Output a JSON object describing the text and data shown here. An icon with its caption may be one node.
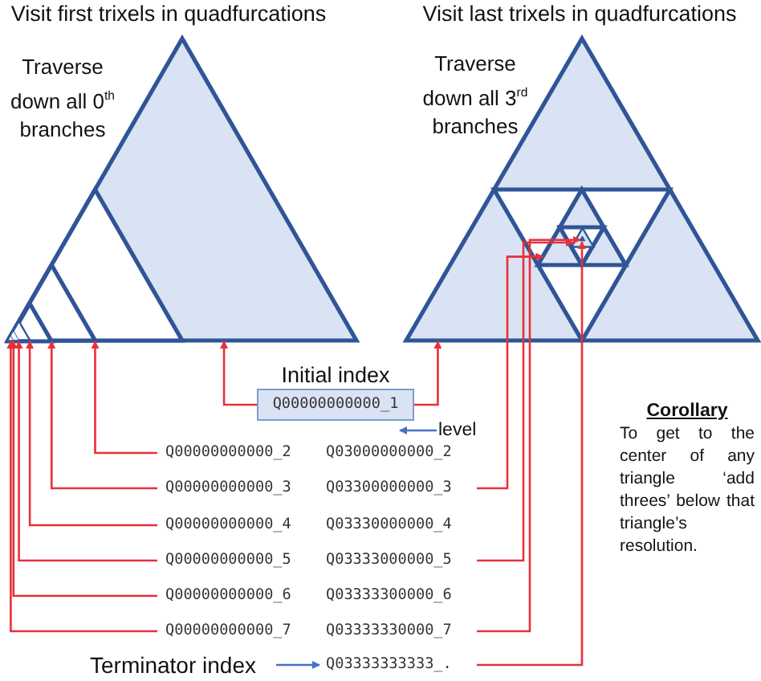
{
  "diagram": {
    "nodes": [
      {
        "text": [
          "Initial index",
          "Q00000000000_1"
        ]
      },
      {
        "text": [
          "Q00000000000_2"
        ]
      },
      {
        "text": [
          "Q00000000000_3"
        ]
      },
      {
        "text": [
          "Q00000000000_4"
        ]
      },
      {
        "text": [
          "Q00000000000_5"
        ]
      },
      {
        "text": [
          "Q00000000000_6"
        ]
      },
      {
        "text": [
          "Q00000000000_7"
        ]
      },
      {
        "text": [
          "Q03000000000_2"
        ]
      },
      {
        "text": [
          "Q03300000000_3"
        ]
      },
      {
        "text": [
          "Q03330000000_4"
        ]
      },
      {
        "text": [
          "Q03333000000_5"
        ]
      },
      {
        "text": [
          "Q03333300000_6"
        ]
      },
      {
        "text": [
          "Q03333330000_7"
        ]
      },
      {
        "text": [
          "Q03333333333_."
        ]
      },
      {
        "text": [
          "Terminator index"
        ]
      },
      {
        "text": [
          "level"
        ]
      },
      {
        "text": [],
        "shape": "triangle"
      },
      {
        "text": [],
        "shape": "triangle",
        "in": 16
      },
      {
        "text": [],
        "shape": "triangle",
        "in": 17
      },
      {
        "text": [],
        "shape": "triangle",
        "in": 18
      },
      {
        "text": [],
        "shape": "triangle",
        "in": 19
      },
      {
        "text": [],
        "shape": "triangle",
        "in": 20
      },
      {
        "text": [],
        "shape": "triangle",
        "in": 21
      },
      {
        "text": [],
        "shape": "triangle"
      },
      {
        "text": [],
        "shape": "triangle",
        "in": 23
      },
      {
        "text": [],
        "shape": "triangle",
        "in": 24
      },
      {
        "text": [],
        "shape": "triangle",
        "in": 25
      }
    ],
    "edges": [
      {
        "from": 0,
        "to": 16,
        "arrow": "to"
      },
      {
        "from": 0,
        "to": 23,
        "arrow": "to"
      },
      {
        "from": 1,
        "to": 17,
        "arrow": "to"
      },
      {
        "from": 2,
        "to": 18,
        "arrow": "to"
      },
      {
        "from": 3,
        "to": 19,
        "arrow": "to"
      },
      {
        "from": 4,
        "to": 20,
        "arrow": "to"
      },
      {
        "from": 5,
        "to": 21,
        "arrow": "to"
      },
      {
        "from": 6,
        "to": 22,
        "arrow": "to"
      },
      {
        "from": 8,
        "to": 24,
        "arrow": "to"
      },
      {
        "from": 10,
        "to": 25,
        "arrow": "to"
      },
      {
        "from": 12,
        "to": 26,
        "arrow": "to"
      },
      {
        "from": 13,
        "to": 26,
        "arrow": "to"
      },
      {
        "from": 14,
        "to": 13,
        "arrow": "to",
        "color": "#4472c4"
      },
      {
        "from": 15,
        "to": null,
        "arrow": "to",
        "color": "#4472c4"
      }
    ],
    "labels": [
      "Visit first trixels in quadfurcations",
      "Visit last trixels in quadfurcations",
      "Traverse down all 0$^{th}$ branches",
      "Traverse down all 3$^{rd}$ branches",
      "Corollary",
      "To get to the center of any triangle ‘add threes’ below that triangle’s resolution."
    ]
  }
}
